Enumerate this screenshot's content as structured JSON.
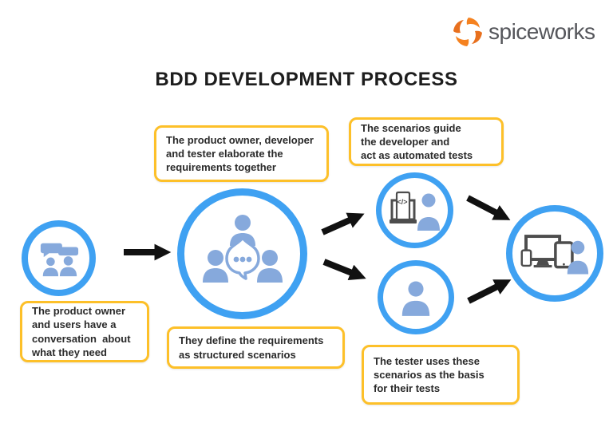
{
  "logo": {
    "brand": "spiceworks",
    "icon": "spiceworks-swirl-icon",
    "icon_color": "#f58220",
    "text_color": "#55565b"
  },
  "title": "BDD DEVELOPMENT PROCESS",
  "notes": {
    "elaborate": "The product owner, developer\nand tester elaborate the\nrequirements together",
    "guide": "The scenarios guide\nthe developer and\nact as automated tests",
    "conversation": "The product owner\nand users have a\nconversation  about\nwhat they need",
    "define": "They define the requirements\nas structured scenarios",
    "tester": "The tester uses these\nscenarios as the basis\nfor their tests"
  },
  "icons": {
    "step_conversation": "conversation-icon",
    "step_discussion": "group-discussion-icon",
    "step_developer": "developer-code-icon",
    "step_tester": "tester-person-icon",
    "step_delivery": "devices-user-icon",
    "code_glyph": "</>"
  },
  "colors": {
    "ring_blue": "#3fa1f2",
    "icon_blue": "#86a9dc",
    "note_border": "#fdc029",
    "arrow_black": "#111111",
    "device_gray": "#4d4d4d",
    "title_color": "#1d1d1d",
    "logo_orange": "#f58220",
    "logo_text_gray": "#55565b"
  }
}
